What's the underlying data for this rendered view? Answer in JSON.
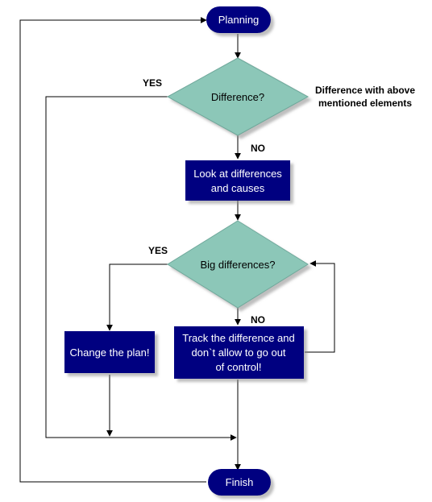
{
  "nodes": {
    "planning": {
      "label": "Planning"
    },
    "difference": {
      "label": "Difference?"
    },
    "look": {
      "line1": "Look at differences",
      "line2": "and causes"
    },
    "big": {
      "label": "Big differences?"
    },
    "change": {
      "label": "Change the plan!"
    },
    "track": {
      "line1": "Track the difference and",
      "line2": "don`t allow to go out",
      "line3": "of control!"
    },
    "finish": {
      "label": "Finish"
    }
  },
  "edges": {
    "yes1": "YES",
    "no1": "NO",
    "yes2": "YES",
    "no2": "NO"
  },
  "annotation": {
    "line1": "Difference with above",
    "line2": "mentioned elements"
  },
  "colors": {
    "terminal_fill": "#000080",
    "process_fill": "#000080",
    "decision_fill": "#8cc7b8",
    "node_text": "#ffffff",
    "decision_text": "#000000",
    "line": "#000000"
  }
}
